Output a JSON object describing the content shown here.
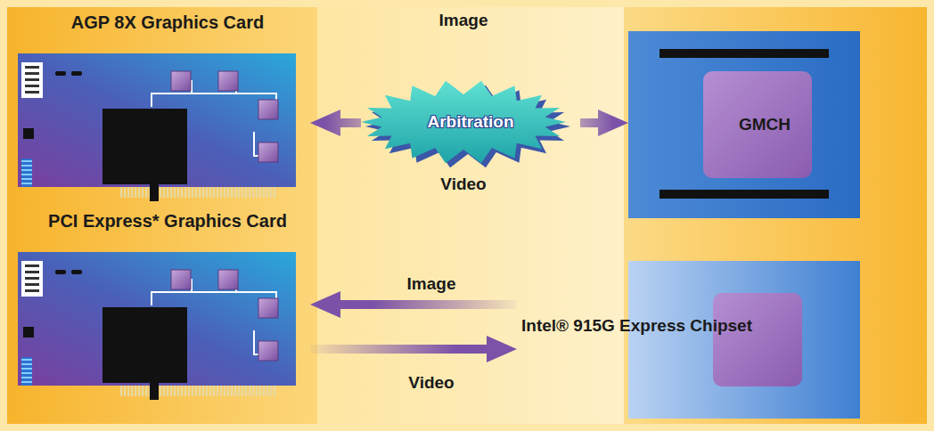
{
  "diagram": {
    "nodes": [
      {
        "text": [
          "AGP 8X Graphics Card"
        ]
      },
      {
        "text": [
          "PCI Express* Graphics Card"
        ]
      },
      {
        "text": [
          "Arbitration"
        ]
      },
      {
        "text": [
          "GMCH"
        ]
      },
      {
        "text": [
          "Intel® 915G Express Chipset"
        ]
      }
    ],
    "edges": [
      {
        "from": 2,
        "to": 0,
        "arrow": "to"
      },
      {
        "from": 2,
        "to": 3,
        "arrow": "to"
      },
      {
        "from": 4,
        "to": 1,
        "label": "Image",
        "arrow": "to"
      },
      {
        "from": 1,
        "to": 4,
        "label": "Video",
        "arrow": "to"
      }
    ],
    "labels": [
      "Image",
      "Video"
    ]
  }
}
